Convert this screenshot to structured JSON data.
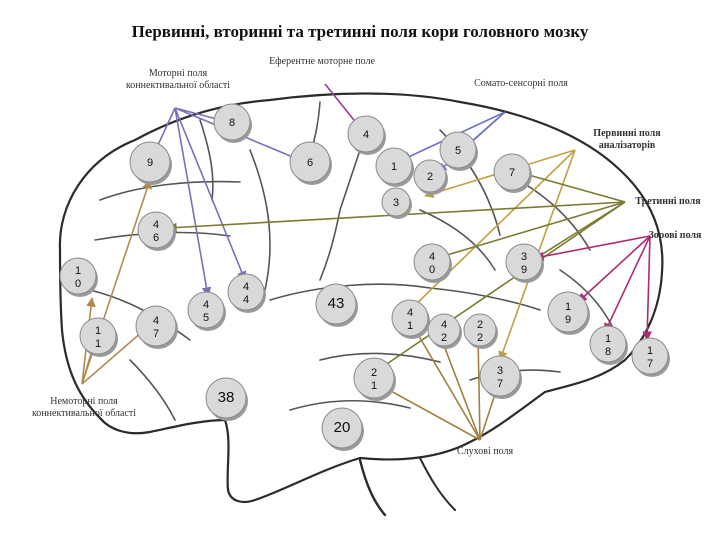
{
  "title": "Первинні, вторинні та третинні поля кори головного мозку",
  "labels": {
    "motor_conn": "Моторні поля коннективальної області",
    "efferent": "Еферентне моторне поле",
    "somato": "Сомато-сенсорні поля",
    "primary": "Первинні поля аналізаторів",
    "tertiary": "Третинні поля",
    "visual": "Зорові поля",
    "nonmotor": "Немоторні поля коннективальної області",
    "auditory": "Слухові поля"
  },
  "fields": [
    {
      "id": "8",
      "l1": "8",
      "l2": ""
    },
    {
      "id": "4",
      "l1": "4",
      "l2": ""
    },
    {
      "id": "9",
      "l1": "9",
      "l2": ""
    },
    {
      "id": "6",
      "l1": "6",
      "l2": ""
    },
    {
      "id": "1",
      "l1": "1",
      "l2": ""
    },
    {
      "id": "2",
      "l1": "2",
      "l2": ""
    },
    {
      "id": "5",
      "l1": "5",
      "l2": ""
    },
    {
      "id": "7",
      "l1": "7",
      "l2": ""
    },
    {
      "id": "3",
      "l1": "3",
      "l2": ""
    },
    {
      "id": "46",
      "l1": "4",
      "l2": "6"
    },
    {
      "id": "10",
      "l1": "1",
      "l2": "0"
    },
    {
      "id": "40",
      "l1": "4",
      "l2": "0"
    },
    {
      "id": "39",
      "l1": "3",
      "l2": "9"
    },
    {
      "id": "45",
      "l1": "4",
      "l2": "5"
    },
    {
      "id": "44",
      "l1": "4",
      "l2": "4"
    },
    {
      "id": "43",
      "l1": "43",
      "l2": ""
    },
    {
      "id": "41",
      "l1": "4",
      "l2": "1"
    },
    {
      "id": "42",
      "l1": "4",
      "l2": "2"
    },
    {
      "id": "22",
      "l1": "2",
      "l2": "2"
    },
    {
      "id": "19",
      "l1": "1",
      "l2": "9"
    },
    {
      "id": "11",
      "l1": "1",
      "l2": "1"
    },
    {
      "id": "47",
      "l1": "4",
      "l2": "7"
    },
    {
      "id": "18",
      "l1": "1",
      "l2": "8"
    },
    {
      "id": "17",
      "l1": "1",
      "l2": "7"
    },
    {
      "id": "21",
      "l1": "2",
      "l2": "1"
    },
    {
      "id": "37",
      "l1": "3",
      "l2": "7"
    },
    {
      "id": "38",
      "l1": "38",
      "l2": ""
    },
    {
      "id": "20",
      "l1": "20",
      "l2": ""
    }
  ],
  "colors": {
    "brain_outline": "#2b2b2b",
    "node_fill": "#d9d9d9",
    "motor_arrow": "#7b6fb8",
    "efferent_arrow": "#9a3a9a",
    "somato_arrow": "#6a72c8",
    "primary_arrow": "#c0a040",
    "tertiary_arrow": "#7a7a30",
    "visual_arrow": "#b02a70",
    "nonmotor_arrow": "#b08a50",
    "auditory_arrow": "#a08040"
  }
}
